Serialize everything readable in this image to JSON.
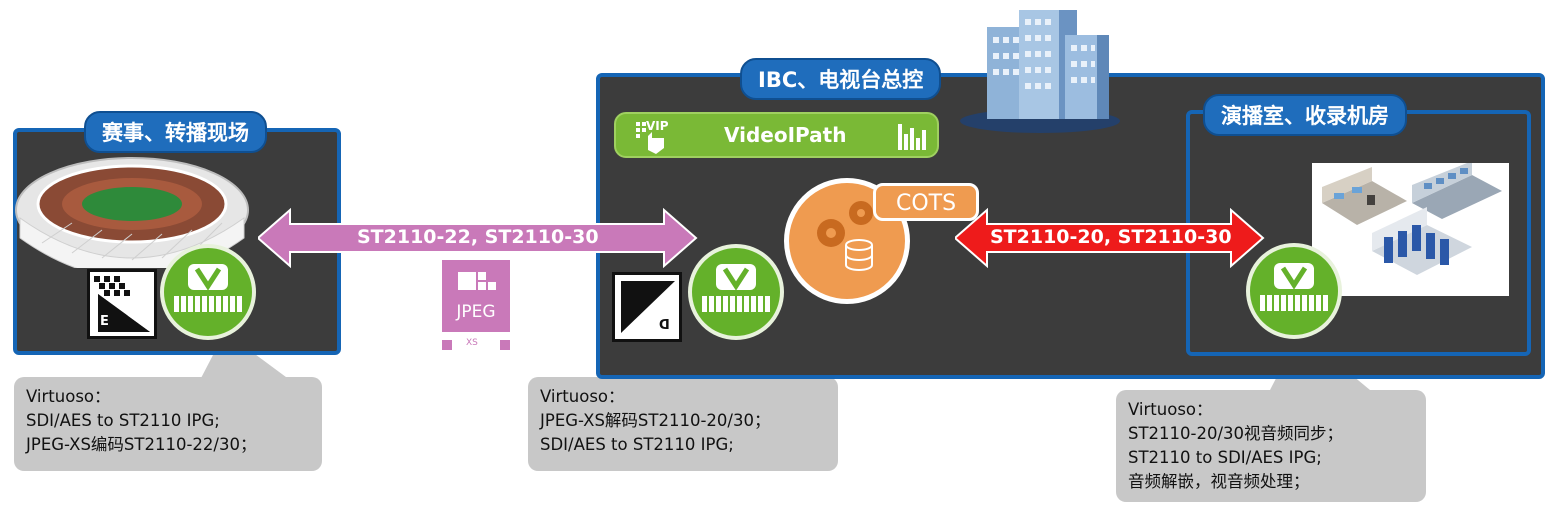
{
  "left_panel": {
    "tab": "赛事、转播现场",
    "encoder_letter": "E"
  },
  "center_panel": {
    "tab": "IBC、电视台总控",
    "videoipath": {
      "badge": "VIP",
      "label": "VideoIPath"
    },
    "cots_label": "COTS",
    "decoder_letter": "D"
  },
  "right_panel": {
    "tab": "演播室、收录机房"
  },
  "arrows": {
    "left": {
      "label": "ST2110-22, ST2110-30",
      "color": "#c979b9"
    },
    "right": {
      "label": "ST2110-20, ST2110-30",
      "color": "#ee1b1b"
    }
  },
  "jpeg_logo": {
    "text": "JPEG",
    "sub": "XS",
    "color": "#c979b9"
  },
  "callouts": {
    "left": [
      "Virtuoso：",
      "SDI/AES to ST2110 IPG;",
      "JPEG-XS编码ST2110-22/30；"
    ],
    "center": [
      "Virtuoso：",
      "JPEG-XS解码ST2110-20/30；",
      "SDI/AES to ST2110 IPG;"
    ],
    "right": [
      "Virtuoso：",
      "ST2110-20/30视音频同步；",
      "ST2110 to SDI/AES IPG;",
      "音频解嵌，视音频处理；"
    ]
  },
  "colors": {
    "panel_border": "#1565b5",
    "panel_bg": "#3c3c3c",
    "green": "#64b12a",
    "orange": "#f0a050"
  }
}
